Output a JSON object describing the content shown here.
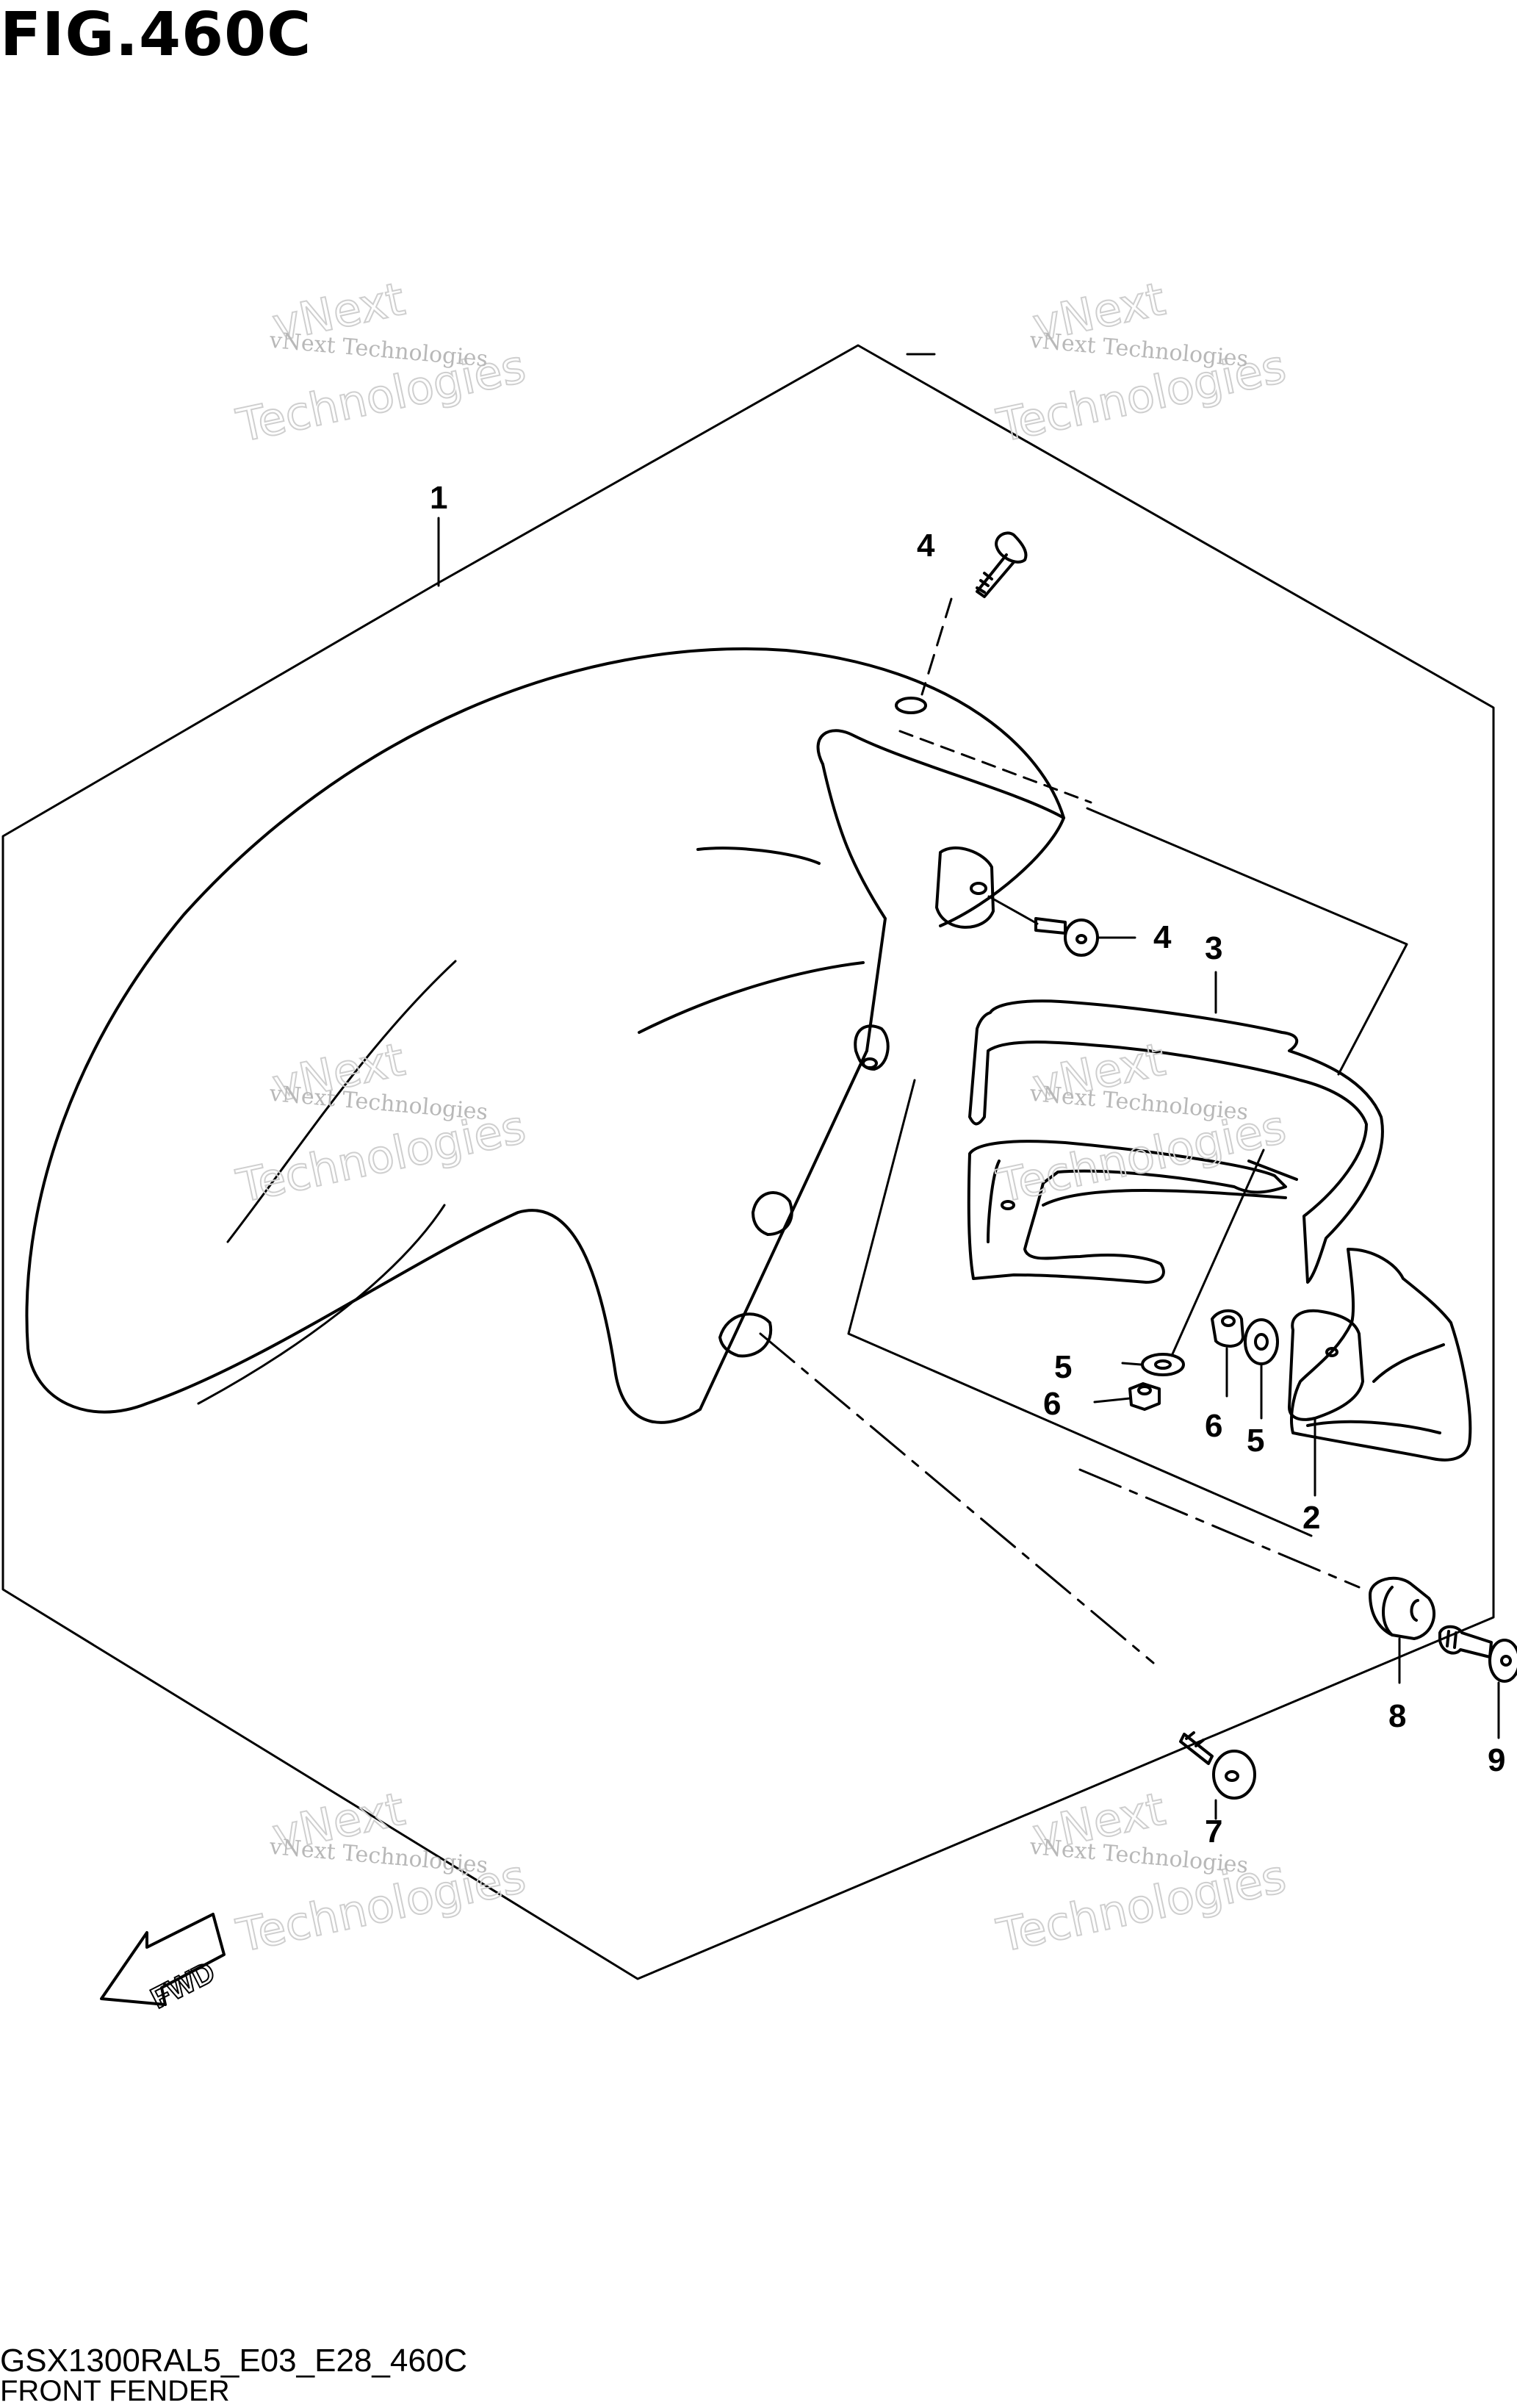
{
  "figure": {
    "title": "FIG.460C",
    "model_code": "GSX1300RAL5_E03_E28_460C",
    "section_name": "FRONT FENDER",
    "fwd_label": "FWD"
  },
  "watermark": {
    "small": "vNext Technologies",
    "big_line1": "vNext",
    "big_line2": "Technologies"
  },
  "callouts": [
    {
      "id": "1",
      "part": "front fender"
    },
    {
      "id": "2",
      "part": "rear fender section"
    },
    {
      "id": "3",
      "part": "fender brace"
    },
    {
      "id": "4",
      "part": "bolt (top)"
    },
    {
      "id": "4",
      "part": "bolt (side)"
    },
    {
      "id": "5",
      "part": "washer (left)"
    },
    {
      "id": "6",
      "part": "nut (left)"
    },
    {
      "id": "6",
      "part": "nut (right)"
    },
    {
      "id": "5",
      "part": "washer (right)"
    },
    {
      "id": "7",
      "part": "bolt (lower)"
    },
    {
      "id": "8",
      "part": "grommet"
    },
    {
      "id": "9",
      "part": "bolt (outside)"
    }
  ],
  "colors": {
    "line": "#000000",
    "background": "#ffffff",
    "watermark": "#c0c0c0"
  }
}
